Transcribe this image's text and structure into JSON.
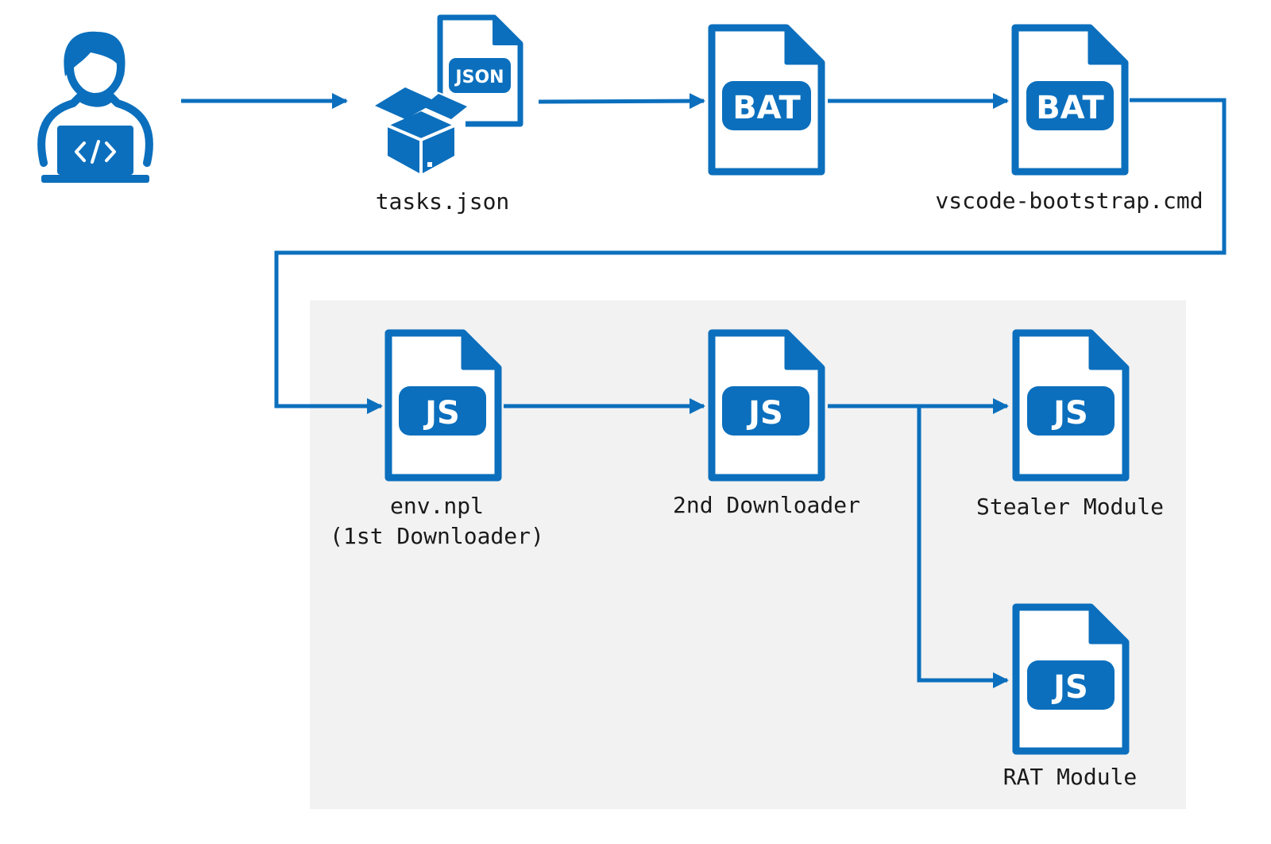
{
  "colors": {
    "primary": "#0b6fbd",
    "panel": "#f2f2f2",
    "text": "#1a1a1a",
    "background": "#ffffff"
  },
  "nodes": {
    "developer": {
      "icon": "developer-laptop-icon"
    },
    "tasks_json": {
      "icon": "package-json-icon",
      "badge": "JSON",
      "label": "tasks.json"
    },
    "bat_1": {
      "icon": "bat-file-icon",
      "badge": "BAT"
    },
    "bat_2": {
      "icon": "bat-file-icon",
      "badge": "BAT",
      "label": "vscode-bootstrap.cmd"
    },
    "env_npl": {
      "icon": "js-file-icon",
      "badge": "JS",
      "label_line1": "env.npl",
      "label_line2": "(1st Downloader)"
    },
    "downloader_2": {
      "icon": "js-file-icon",
      "badge": "JS",
      "label": "2nd Downloader"
    },
    "stealer": {
      "icon": "js-file-icon",
      "badge": "JS",
      "label": "Stealer Module"
    },
    "rat": {
      "icon": "js-file-icon",
      "badge": "JS",
      "label": "RAT Module"
    }
  }
}
